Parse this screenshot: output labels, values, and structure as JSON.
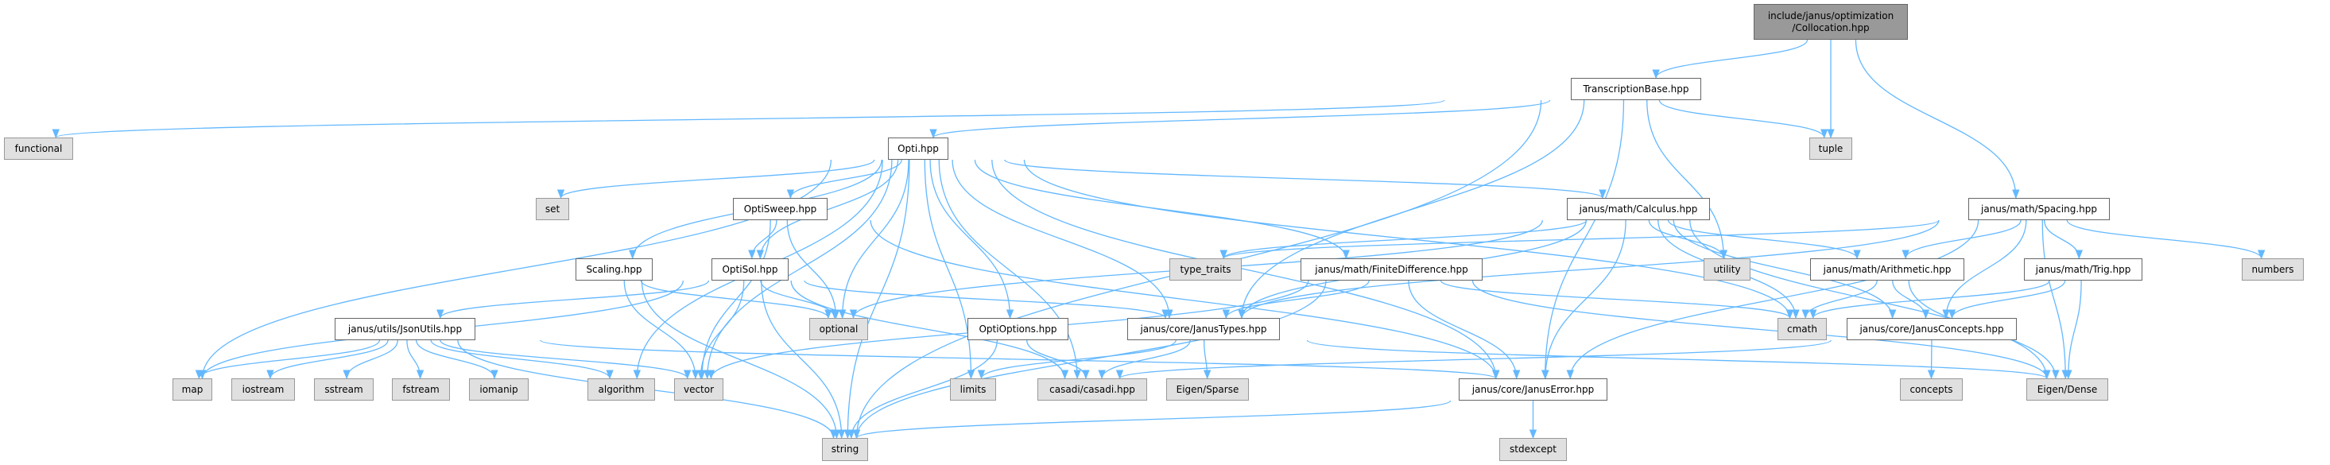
{
  "graph": {
    "edge_color": "#63b8ff",
    "nodes": [
      {
        "id": "collocation",
        "label": "include/janus/optimization\n/Collocation.hpp",
        "kind": "root"
      },
      {
        "id": "transcriptionbase",
        "label": "TranscriptionBase.hpp",
        "kind": "file"
      },
      {
        "id": "functional",
        "label": "functional",
        "kind": "system"
      },
      {
        "id": "opti",
        "label": "Opti.hpp",
        "kind": "file"
      },
      {
        "id": "tuple",
        "label": "tuple",
        "kind": "system"
      },
      {
        "id": "set",
        "label": "set",
        "kind": "system"
      },
      {
        "id": "optisweep",
        "label": "OptiSweep.hpp",
        "kind": "file"
      },
      {
        "id": "calculus",
        "label": "janus/math/Calculus.hpp",
        "kind": "file"
      },
      {
        "id": "spacing",
        "label": "janus/math/Spacing.hpp",
        "kind": "file"
      },
      {
        "id": "scaling",
        "label": "Scaling.hpp",
        "kind": "file"
      },
      {
        "id": "optisol",
        "label": "OptiSol.hpp",
        "kind": "file"
      },
      {
        "id": "type_traits",
        "label": "type_traits",
        "kind": "system"
      },
      {
        "id": "finitedifference",
        "label": "janus/math/FiniteDifference.hpp",
        "kind": "file"
      },
      {
        "id": "utility",
        "label": "utility",
        "kind": "system"
      },
      {
        "id": "arithmetic",
        "label": "janus/math/Arithmetic.hpp",
        "kind": "file"
      },
      {
        "id": "trig",
        "label": "janus/math/Trig.hpp",
        "kind": "file"
      },
      {
        "id": "numbers",
        "label": "numbers",
        "kind": "system"
      },
      {
        "id": "jsonutils",
        "label": "janus/utils/JsonUtils.hpp",
        "kind": "file"
      },
      {
        "id": "optional",
        "label": "optional",
        "kind": "system"
      },
      {
        "id": "optioptions",
        "label": "OptiOptions.hpp",
        "kind": "file"
      },
      {
        "id": "janustypes",
        "label": "janus/core/JanusTypes.hpp",
        "kind": "file"
      },
      {
        "id": "cmath",
        "label": "cmath",
        "kind": "system"
      },
      {
        "id": "janusconcepts",
        "label": "janus/core/JanusConcepts.hpp",
        "kind": "file"
      },
      {
        "id": "map",
        "label": "map",
        "kind": "system"
      },
      {
        "id": "iostream",
        "label": "iostream",
        "kind": "system"
      },
      {
        "id": "sstream",
        "label": "sstream",
        "kind": "system"
      },
      {
        "id": "fstream",
        "label": "fstream",
        "kind": "system"
      },
      {
        "id": "iomanip",
        "label": "iomanip",
        "kind": "system"
      },
      {
        "id": "algorithm",
        "label": "algorithm",
        "kind": "system"
      },
      {
        "id": "vector",
        "label": "vector",
        "kind": "system"
      },
      {
        "id": "limits",
        "label": "limits",
        "kind": "system"
      },
      {
        "id": "casadi",
        "label": "casadi/casadi.hpp",
        "kind": "system"
      },
      {
        "id": "eigen_sparse",
        "label": "Eigen/Sparse",
        "kind": "system"
      },
      {
        "id": "januserror",
        "label": "janus/core/JanusError.hpp",
        "kind": "file"
      },
      {
        "id": "concepts",
        "label": "concepts",
        "kind": "system"
      },
      {
        "id": "eigen_dense",
        "label": "Eigen/Dense",
        "kind": "system"
      },
      {
        "id": "string",
        "label": "string",
        "kind": "system"
      },
      {
        "id": "stdexcept",
        "label": "stdexcept",
        "kind": "system"
      }
    ],
    "edges": [
      [
        "collocation",
        "transcriptionbase"
      ],
      [
        "collocation",
        "tuple"
      ],
      [
        "collocation",
        "spacing"
      ],
      [
        "transcriptionbase",
        "functional"
      ],
      [
        "transcriptionbase",
        "string"
      ],
      [
        "transcriptionbase",
        "opti"
      ],
      [
        "transcriptionbase",
        "janustypes"
      ],
      [
        "transcriptionbase",
        "utility"
      ],
      [
        "transcriptionbase",
        "januserror"
      ],
      [
        "transcriptionbase",
        "tuple"
      ],
      [
        "opti",
        "set"
      ],
      [
        "opti",
        "map"
      ],
      [
        "opti",
        "algorithm"
      ],
      [
        "opti",
        "vector"
      ],
      [
        "opti",
        "optisweep"
      ],
      [
        "opti",
        "optisol"
      ],
      [
        "opti",
        "scaling"
      ],
      [
        "opti",
        "optional"
      ],
      [
        "opti",
        "limits"
      ],
      [
        "opti",
        "optioptions"
      ],
      [
        "opti",
        "casadi"
      ],
      [
        "opti",
        "janustypes"
      ],
      [
        "opti",
        "string"
      ],
      [
        "opti",
        "finitedifference"
      ],
      [
        "opti",
        "calculus"
      ],
      [
        "opti",
        "januserror"
      ],
      [
        "opti",
        "cmath"
      ],
      [
        "optisweep",
        "optisol"
      ],
      [
        "optisweep",
        "vector"
      ],
      [
        "optisweep",
        "optional"
      ],
      [
        "optisweep",
        "januserror"
      ],
      [
        "optisol",
        "jsonutils"
      ],
      [
        "optisol",
        "map"
      ],
      [
        "optisol",
        "vector"
      ],
      [
        "optisol",
        "string"
      ],
      [
        "optisol",
        "optional"
      ],
      [
        "optisol",
        "janustypes"
      ],
      [
        "optisol",
        "casadi"
      ],
      [
        "scaling",
        "string"
      ],
      [
        "scaling",
        "optional"
      ],
      [
        "scaling",
        "vector"
      ],
      [
        "jsonutils",
        "map"
      ],
      [
        "jsonutils",
        "iostream"
      ],
      [
        "jsonutils",
        "sstream"
      ],
      [
        "jsonutils",
        "fstream"
      ],
      [
        "jsonutils",
        "iomanip"
      ],
      [
        "jsonutils",
        "algorithm"
      ],
      [
        "jsonutils",
        "vector"
      ],
      [
        "jsonutils",
        "string"
      ],
      [
        "jsonutils",
        "januserror"
      ],
      [
        "optioptions",
        "casadi"
      ],
      [
        "optioptions",
        "string"
      ],
      [
        "janustypes",
        "limits"
      ],
      [
        "janustypes",
        "casadi"
      ],
      [
        "janustypes",
        "eigen_sparse"
      ],
      [
        "janustypes",
        "eigen_dense"
      ],
      [
        "finitedifference",
        "vector"
      ],
      [
        "finitedifference",
        "janustypes"
      ],
      [
        "finitedifference",
        "januserror"
      ],
      [
        "finitedifference",
        "string"
      ],
      [
        "finitedifference",
        "cmath"
      ],
      [
        "finitedifference",
        "eigen_dense"
      ],
      [
        "calculus",
        "optional"
      ],
      [
        "calculus",
        "type_traits"
      ],
      [
        "calculus",
        "janustypes"
      ],
      [
        "calculus",
        "utility"
      ],
      [
        "calculus",
        "arithmetic"
      ],
      [
        "calculus",
        "janusconcepts"
      ],
      [
        "calculus",
        "januserror"
      ],
      [
        "calculus",
        "cmath"
      ],
      [
        "calculus",
        "eigen_dense"
      ],
      [
        "spacing",
        "type_traits"
      ],
      [
        "spacing",
        "arithmetic"
      ],
      [
        "spacing",
        "trig"
      ],
      [
        "spacing",
        "numbers"
      ],
      [
        "spacing",
        "janusconcepts"
      ],
      [
        "spacing",
        "eigen_dense"
      ],
      [
        "spacing",
        "januserror"
      ],
      [
        "spacing",
        "janustypes"
      ],
      [
        "arithmetic",
        "cmath"
      ],
      [
        "arithmetic",
        "janusconcepts"
      ],
      [
        "arithmetic",
        "eigen_dense"
      ],
      [
        "trig",
        "cmath"
      ],
      [
        "trig",
        "janusconcepts"
      ],
      [
        "trig",
        "eigen_dense"
      ],
      [
        "janusconcepts",
        "concepts"
      ],
      [
        "janusconcepts",
        "casadi"
      ],
      [
        "januserror",
        "string"
      ],
      [
        "januserror",
        "stdexcept"
      ]
    ]
  }
}
